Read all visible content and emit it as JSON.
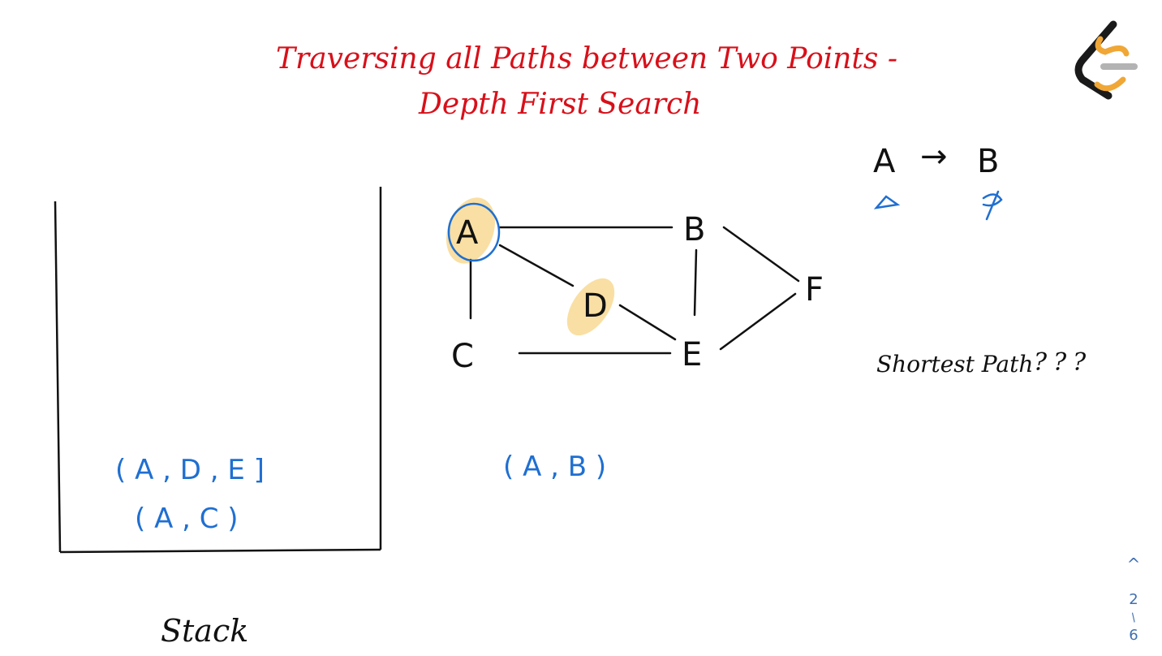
{
  "slide": {
    "title_line1": "Traversing all Paths between Two Points -",
    "title_line2": "Depth First Search",
    "stack_label": "Stack",
    "stack_entry_top": "( A , D , E ]",
    "stack_entry_bottom": "( A , C )",
    "current_pair": "( A , B )",
    "query_from": "A",
    "query_arrow": "→",
    "query_to": "B",
    "shortest_path_note": "Shortest Path",
    "question_marks": "???"
  },
  "graph": {
    "nodes": [
      "A",
      "B",
      "C",
      "D",
      "E",
      "F"
    ],
    "edges": [
      [
        "A",
        "B"
      ],
      [
        "A",
        "C"
      ],
      [
        "A",
        "D"
      ],
      [
        "D",
        "E"
      ],
      [
        "C",
        "E"
      ],
      [
        "B",
        "E"
      ],
      [
        "B",
        "F"
      ],
      [
        "E",
        "F"
      ]
    ],
    "highlighted": [
      "A",
      "D"
    ],
    "circled": [
      "A"
    ]
  },
  "pager": {
    "current": "2",
    "separator": "/",
    "total": "6",
    "up_glyph": "^"
  },
  "colors": {
    "title": "#d8101a",
    "ink": "#111111",
    "annotation": "#1f6fd1",
    "highlight": "#f8d993",
    "logo_dark": "#1a1a1a",
    "logo_orange": "#f0a736",
    "logo_gray": "#b3b3b3"
  },
  "icons": {
    "logo": "leetcode-logo-icon",
    "page_up": "chevron-up-icon"
  }
}
